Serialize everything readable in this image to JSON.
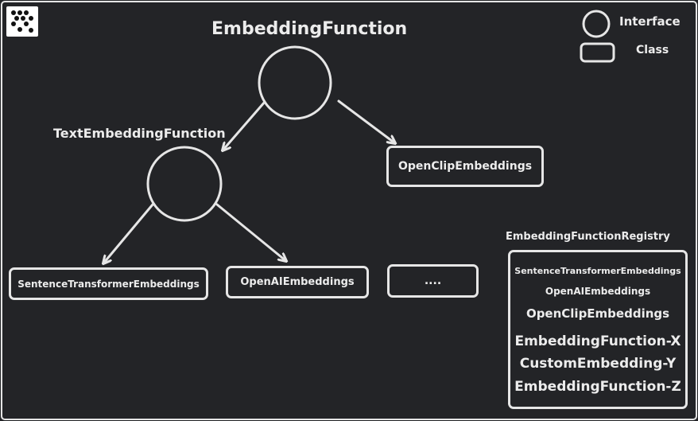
{
  "diagram": {
    "root_interface": "EmbeddingFunction",
    "text_interface": "TextEmbeddingFunction",
    "classes": {
      "open_clip": "OpenClipEmbeddings",
      "sentence_transformer": "SentenceTransformerEmbeddings",
      "openai": "OpenAIEmbeddings",
      "more": "...."
    }
  },
  "legend": {
    "interface_label": "Interface",
    "class_label": "Class"
  },
  "registry": {
    "title": "EmbeddingFunctionRegistry",
    "items": [
      "SentenceTransformerEmbeddings",
      "OpenAIEmbeddings",
      "OpenClipEmbeddings",
      "EmbeddingFunction-X",
      "CustomEmbedding-Y",
      "EmbeddingFunction-Z"
    ]
  },
  "colors": {
    "background": "#232427",
    "stroke": "#e6e6e6",
    "text": "#ececec"
  }
}
